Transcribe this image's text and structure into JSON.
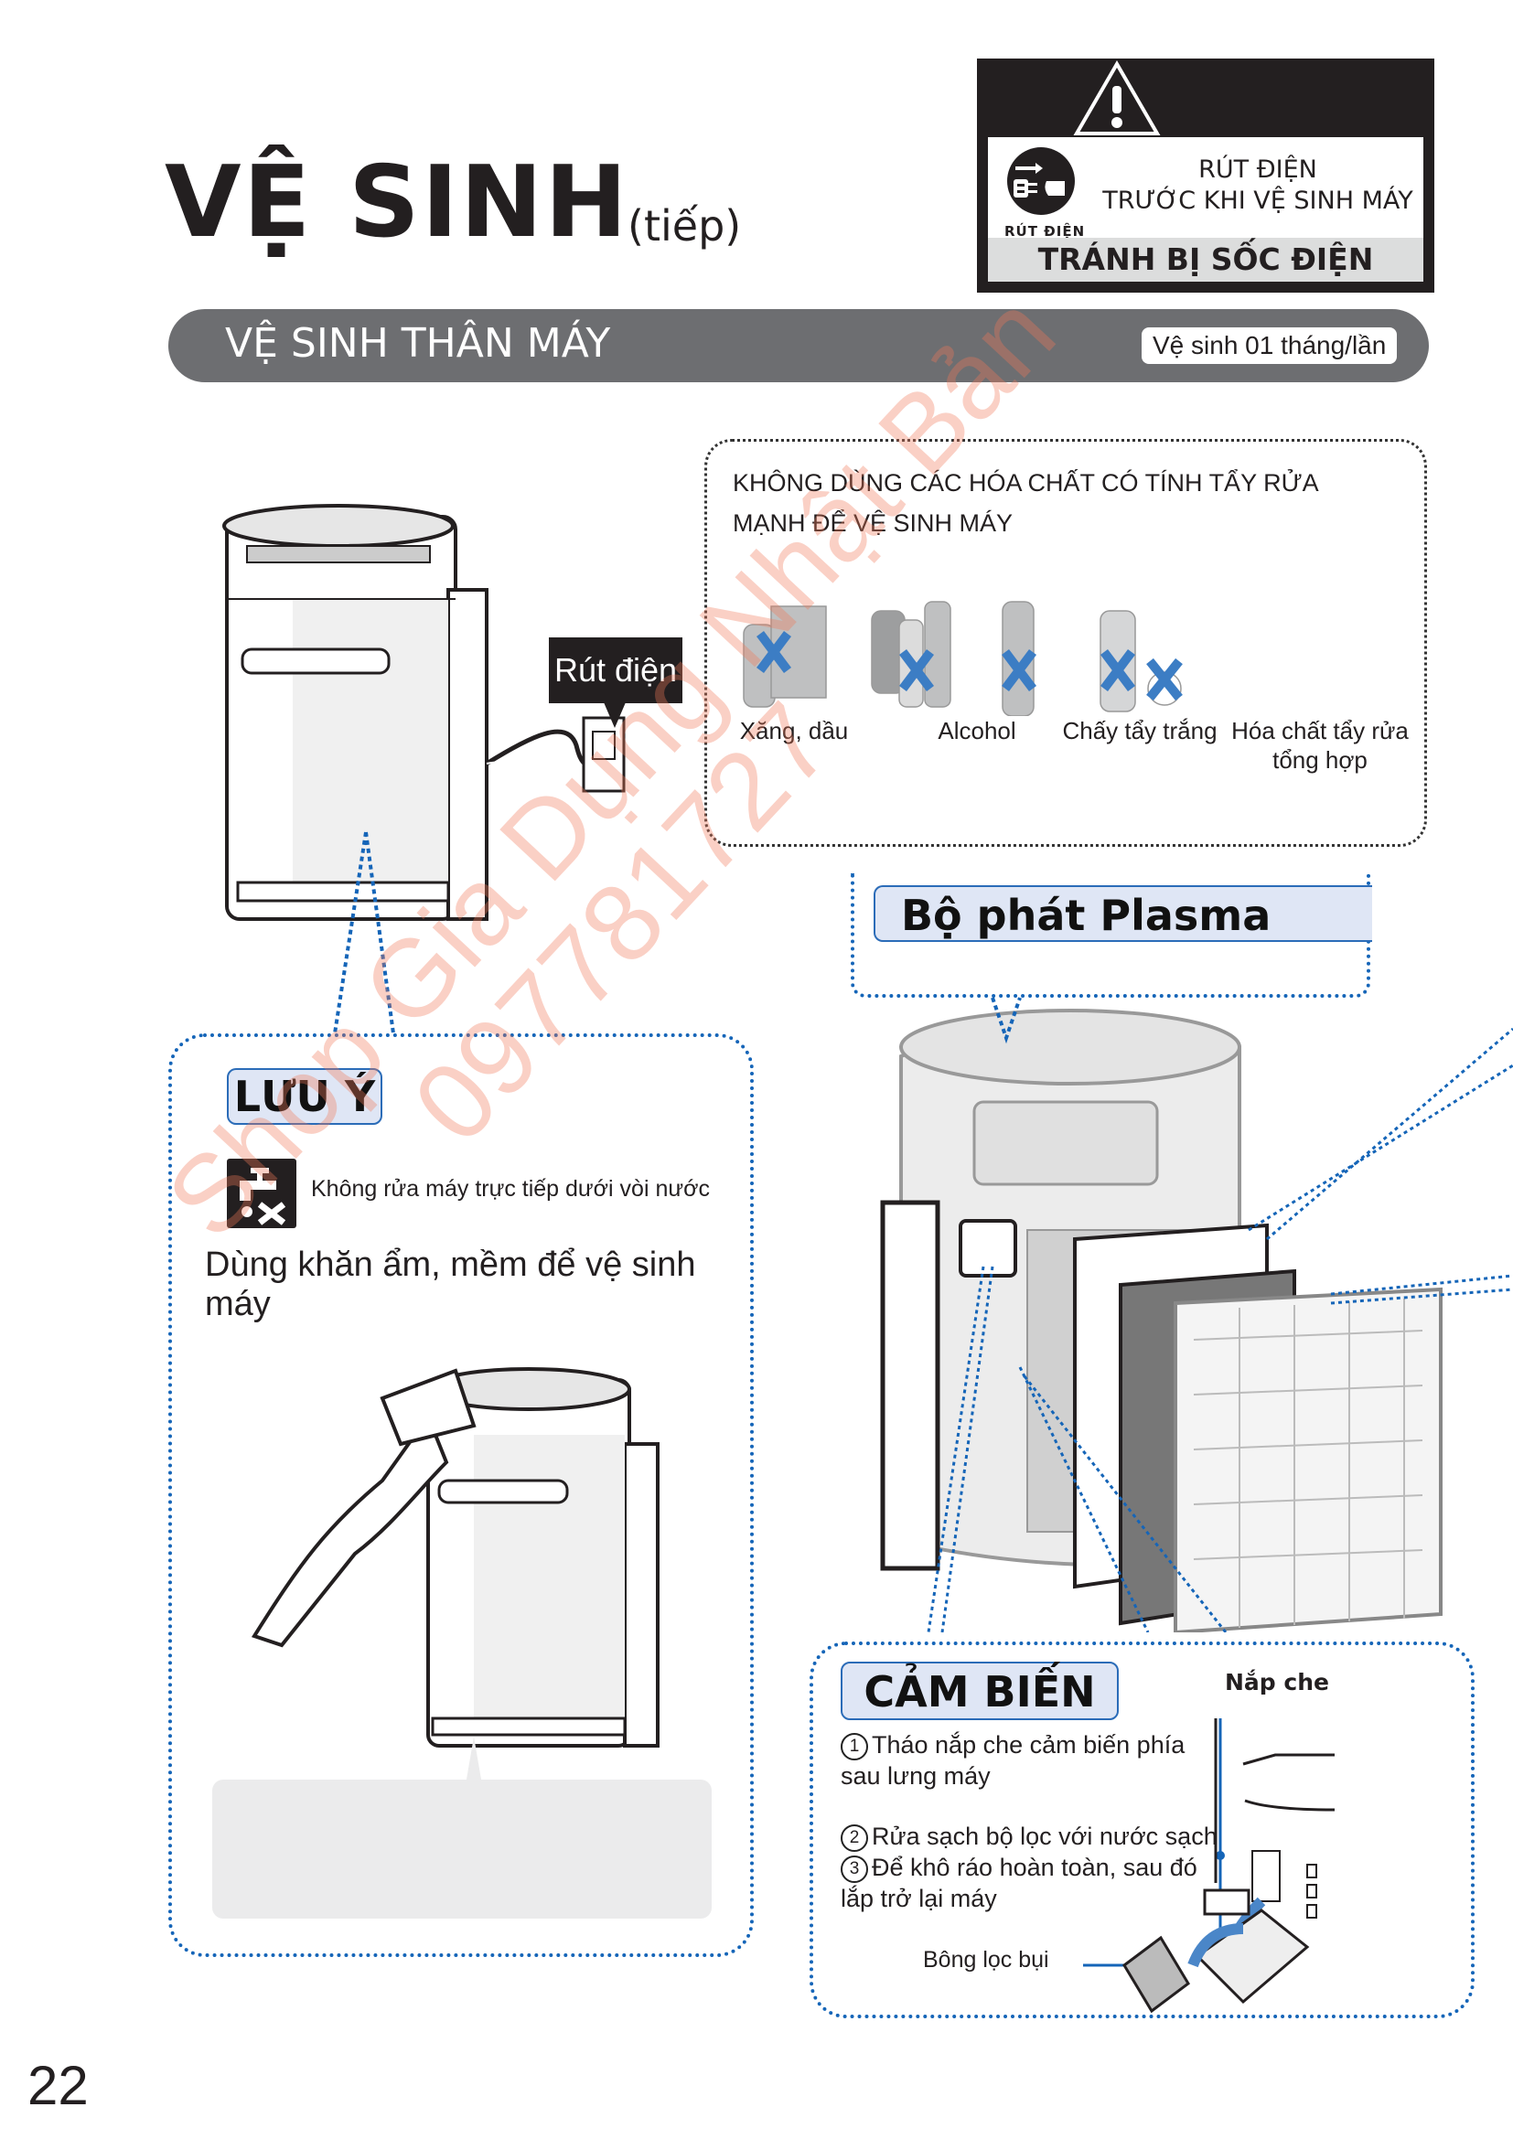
{
  "header": {
    "title": "VỆ SINH",
    "title_suffix": "(tiếp)"
  },
  "warning": {
    "icon_label": "RÚT ĐIỆN",
    "line1": "RÚT ĐIỆN",
    "line2": "TRƯỚC KHI VỆ SINH MÁY",
    "band": "TRÁNH BỊ SỐC ĐIỆN"
  },
  "section": {
    "title": "VỆ SINH THÂN MÁY",
    "frequency": "Vệ sinh 01 tháng/lần"
  },
  "unplug_label": "Rút điện",
  "chemicals": {
    "heading_line1": "KHÔNG DÙNG CÁC HÓA CHẤT CÓ TÍNH TẨY RỬA",
    "heading_line2": "MẠNH ĐỂ VỆ SINH MÁY",
    "items": [
      {
        "label": "Xăng, dầu"
      },
      {
        "label": "Alcohol"
      },
      {
        "label": "Chấy tẩy trắng"
      },
      {
        "label": "Hóa chất tẩy rửa tổng hợp"
      }
    ],
    "cross_color": "#3c7dc4"
  },
  "note": {
    "tag": "LƯU Ý",
    "no_water": "Không rửa máy trực tiếp dưới vòi nước",
    "use_cloth": "Dùng khăn ẩm, mềm để vệ sinh máy"
  },
  "plasma": {
    "tag": "Bộ phát Plasma"
  },
  "sensor": {
    "tag": "CẢM BIẾN",
    "cover_label": "Nắp che",
    "steps": [
      {
        "num": "1",
        "text": "Tháo nắp che cảm biến phía sau lưng máy"
      },
      {
        "num": "2",
        "text": "Rửa sạch bộ lọc với nước sạch"
      },
      {
        "num": "3",
        "text": "Để khô ráo hoàn toàn, sau đó lắp trở lại máy"
      }
    ],
    "dust_label": "Bông lọc bụi"
  },
  "page_number": "22",
  "watermark": {
    "line1": "Shop Gia Dụng Nhật Bản",
    "line2": "097781727"
  },
  "colors": {
    "accent_blue": "#1565b8",
    "bar_grey": "#6d6e71",
    "tag_bg": "#dfe6f5"
  }
}
